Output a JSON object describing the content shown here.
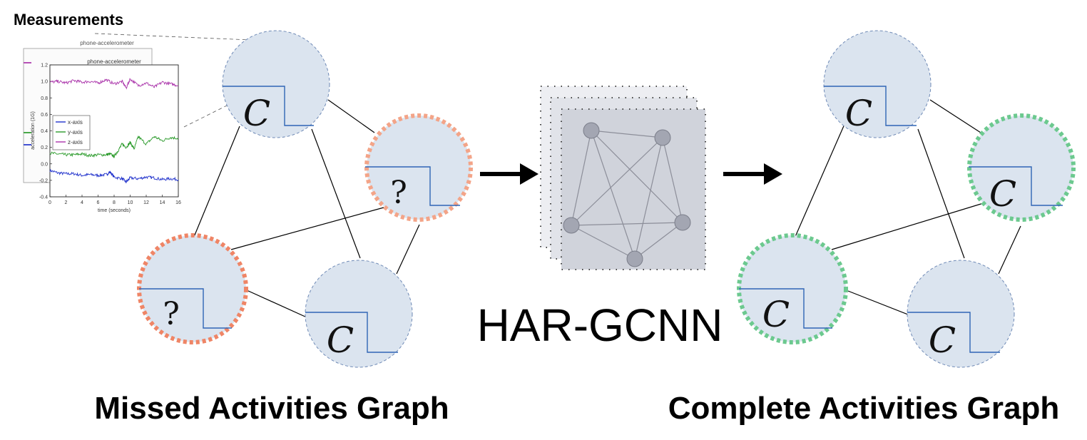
{
  "labels": {
    "measurements": "Measurements",
    "missed_graph": "Missed Activities Graph",
    "complete_graph": "Complete Activities Graph",
    "model": "HAR-GCNN"
  },
  "node_symbols": {
    "known": "C",
    "unknown": "?"
  },
  "colors": {
    "node_fill": "#dbe4ef",
    "node_border": "#6f8ab6",
    "missing_border": "#f08a70",
    "completed_border": "#6cc98f",
    "step_line": "#2f65b5",
    "edge": "#000000",
    "arrow": "#000000"
  },
  "chart_data": {
    "type": "line",
    "title": "phone-accelerometer",
    "xlabel": "time (seconds)",
    "ylabel": "acceleration (1G)",
    "xlim": [
      0,
      16
    ],
    "ylim": [
      -0.4,
      1.2
    ],
    "xticks": [
      0,
      2,
      4,
      6,
      8,
      10,
      12,
      14,
      16
    ],
    "yticks": [
      -0.4,
      -0.2,
      0.0,
      0.2,
      0.4,
      0.6,
      0.8,
      1.0,
      1.2
    ],
    "legend_position": "left-middle",
    "series": [
      {
        "name": "x-axis",
        "color": "#2233cc",
        "x": [
          0,
          1,
          2,
          3,
          4,
          5,
          6,
          7,
          7.5,
          8,
          9,
          9.5,
          10,
          11,
          12,
          13,
          14,
          15,
          16
        ],
        "y": [
          -0.08,
          -0.11,
          -0.12,
          -0.12,
          -0.14,
          -0.13,
          -0.14,
          -0.13,
          -0.1,
          -0.16,
          -0.18,
          -0.22,
          -0.17,
          -0.18,
          -0.16,
          -0.17,
          -0.19,
          -0.18,
          -0.19
        ]
      },
      {
        "name": "y-axis",
        "color": "#2a9a2a",
        "x": [
          0,
          1,
          2,
          3,
          4,
          5,
          6,
          7,
          7.5,
          8,
          8.5,
          9,
          9.5,
          10,
          10.5,
          11,
          12,
          13,
          14,
          15,
          16
        ],
        "y": [
          0.13,
          0.12,
          0.11,
          0.11,
          0.12,
          0.1,
          0.11,
          0.11,
          0.12,
          0.09,
          0.16,
          0.24,
          0.2,
          0.26,
          0.18,
          0.33,
          0.24,
          0.33,
          0.28,
          0.32,
          0.31
        ]
      },
      {
        "name": "z-axis",
        "color": "#aa33aa",
        "x": [
          0,
          1,
          2,
          3,
          4,
          5,
          6,
          7,
          8,
          9,
          9.5,
          10,
          11,
          12,
          13,
          14,
          15,
          16
        ],
        "y": [
          0.99,
          1.0,
          0.98,
          1.01,
          0.99,
          1.0,
          0.98,
          1.02,
          0.97,
          1.0,
          0.92,
          1.03,
          0.95,
          0.98,
          0.93,
          0.99,
          0.97,
          0.95
        ]
      }
    ]
  }
}
